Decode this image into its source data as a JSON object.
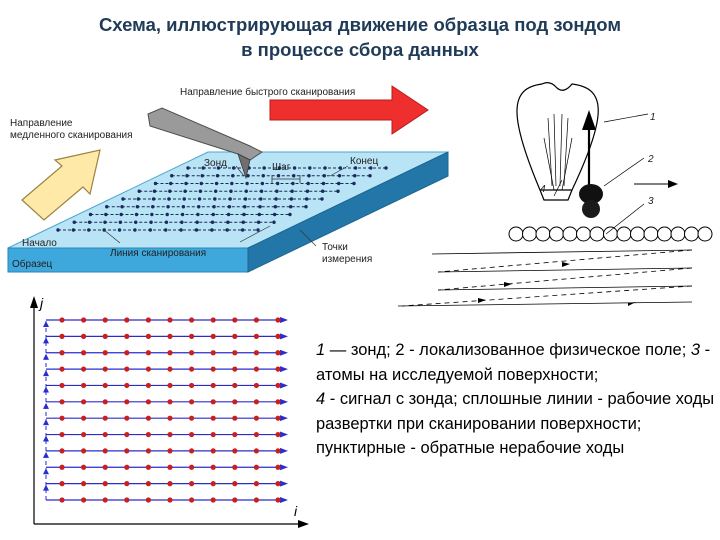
{
  "title": {
    "line1": "Схема, иллюстрирующая движение образца под зондом",
    "line2": "в процессе сбора данных"
  },
  "scan_figure": {
    "slow_direction": [
      "Направление",
      "медленного сканирования"
    ],
    "fast_direction": "Направление быстрого сканирования",
    "probe": "Зонд",
    "step": "Шаг",
    "end": "Конец",
    "start": "Начало",
    "scan_line": "Линия сканирования",
    "points": [
      "Точки",
      "измерения"
    ],
    "sample": "Образец"
  },
  "probe_figure": {
    "labels": [
      "1",
      "2",
      "3",
      "4"
    ]
  },
  "grid_figure": {
    "axis_j": "j",
    "axis_i": "i",
    "rows": 12,
    "cols": 11,
    "line_color": "#2b2bd0",
    "point_color": "#c8201e"
  },
  "caption": {
    "n1": "1",
    "t1": " — зонд; 2 - локализованное физическое поле; ",
    "n3": "3",
    "t3": " - атомы на исследуемой поверхности;",
    "n4": "4",
    "t4": " - сигнал с зонда; сплошные линии - рабочие ходы развертки при сканировании поверхности; пунктирные - обратные нерабочие ходы"
  }
}
